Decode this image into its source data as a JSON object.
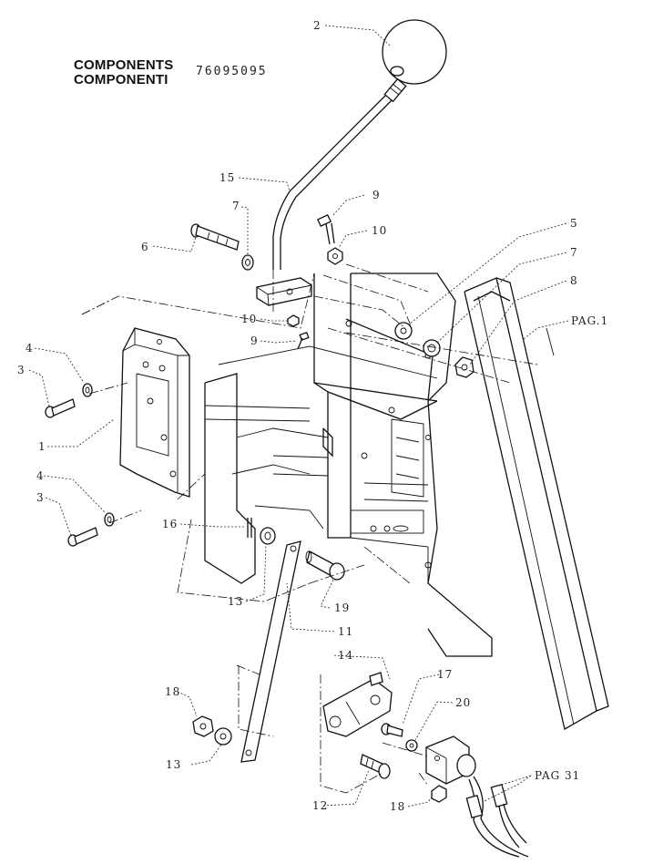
{
  "header": {
    "title_en": "COMPONENTS",
    "title_it": "COMPONENTI",
    "code": "76095095"
  },
  "callouts": [
    {
      "key": "c2",
      "text": "2"
    },
    {
      "key": "c15",
      "text": "15"
    },
    {
      "key": "c7a",
      "text": "7"
    },
    {
      "key": "c9a",
      "text": "9"
    },
    {
      "key": "c6",
      "text": "6"
    },
    {
      "key": "c10a",
      "text": "10"
    },
    {
      "key": "c5",
      "text": "5"
    },
    {
      "key": "c7b",
      "text": "7"
    },
    {
      "key": "c8",
      "text": "8"
    },
    {
      "key": "pag1",
      "text": "PAG.1"
    },
    {
      "key": "c10b",
      "text": "10"
    },
    {
      "key": "c9b",
      "text": "9"
    },
    {
      "key": "c4a",
      "text": "4"
    },
    {
      "key": "c3a",
      "text": "3"
    },
    {
      "key": "c1",
      "text": "1"
    },
    {
      "key": "c4b",
      "text": "4"
    },
    {
      "key": "c3b",
      "text": "3"
    },
    {
      "key": "c16",
      "text": "16"
    },
    {
      "key": "c13a",
      "text": "13"
    },
    {
      "key": "c19",
      "text": "19"
    },
    {
      "key": "c11",
      "text": "11"
    },
    {
      "key": "c14",
      "text": "14"
    },
    {
      "key": "c17",
      "text": "17"
    },
    {
      "key": "c18a",
      "text": "18"
    },
    {
      "key": "c20",
      "text": "20"
    },
    {
      "key": "c13b",
      "text": "13"
    },
    {
      "key": "pag31",
      "text": "PAG 31"
    },
    {
      "key": "c12",
      "text": "12"
    },
    {
      "key": "c18b",
      "text": "18"
    }
  ]
}
